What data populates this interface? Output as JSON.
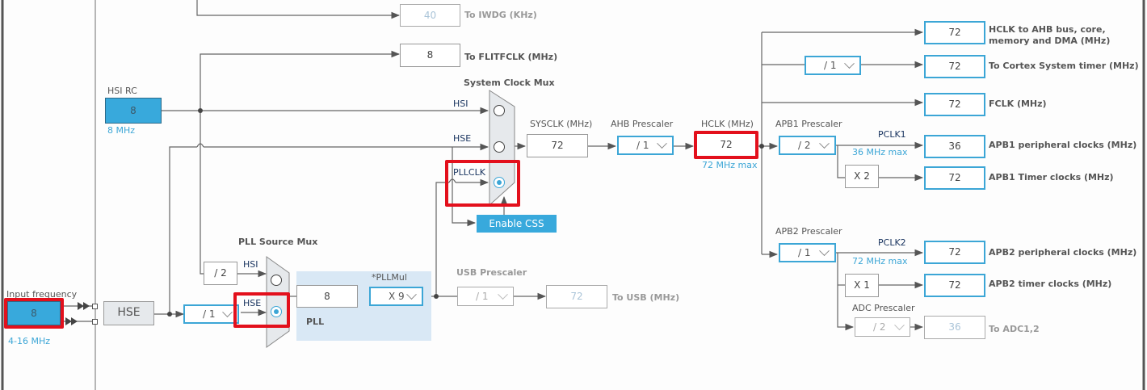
{
  "colors": {
    "accent": "#3ca6d6",
    "highlight": "#e3101c",
    "signal_label": "#1a3560",
    "pll_bg": "#d9e8f5"
  },
  "input": {
    "label": "Input frequency",
    "value": "8",
    "range": "4-16 MHz"
  },
  "hse": {
    "label": "HSE"
  },
  "hsi_rc": {
    "label": "HSI RC",
    "value": "8",
    "note": "8 MHz"
  },
  "iwdg": {
    "value": "40",
    "label": "To IWDG (KHz)"
  },
  "flitfclk": {
    "value": "8",
    "label": "To FLITFCLK (MHz)"
  },
  "hse_prediv": {
    "value": "/ 1"
  },
  "hsi_div2": {
    "value": "/ 2"
  },
  "pll_source_mux": {
    "title": "PLL Source Mux",
    "inputs": [
      "HSI",
      "HSE"
    ],
    "selected": "HSE"
  },
  "pll": {
    "label": "PLL",
    "input_value": "8",
    "mul_label": "*PLLMul",
    "mul_value": "X 9"
  },
  "usb": {
    "prescaler_label": "USB Prescaler",
    "prescaler_value": "/ 1",
    "value": "72",
    "label": "To USB (MHz)"
  },
  "system_clock_mux": {
    "title": "System Clock Mux",
    "inputs": [
      "HSI",
      "HSE",
      "PLLCLK"
    ],
    "selected": "PLLCLK"
  },
  "enable_css": {
    "label": "Enable CSS"
  },
  "sysclk": {
    "label": "SYSCLK (MHz)",
    "value": "72"
  },
  "ahb": {
    "label": "AHB Prescaler",
    "value": "/ 1"
  },
  "hclk": {
    "label": "HCLK (MHz)",
    "value": "72",
    "note": "72 MHz max"
  },
  "outputs": {
    "hclk_ahb": {
      "value": "72",
      "label_line1": "HCLK to AHB bus, core,",
      "label_line2": "memory and DMA (MHz)"
    },
    "cortex_div": {
      "value": "/ 1"
    },
    "cortex": {
      "value": "72",
      "label": "To Cortex System timer (MHz)"
    },
    "fclk": {
      "value": "72",
      "label": "FCLK (MHz)"
    }
  },
  "apb1": {
    "prescaler_label": "APB1 Prescaler",
    "prescaler_value": "/ 2",
    "signal": "PCLK1",
    "note": "36 MHz max",
    "periph_value": "36",
    "periph_label": "APB1 peripheral clocks (MHz)",
    "timer_mul": "X 2",
    "timer_value": "72",
    "timer_label": "APB1 Timer clocks (MHz)"
  },
  "apb2": {
    "prescaler_label": "APB2 Prescaler",
    "prescaler_value": "/ 1",
    "signal": "PCLK2",
    "note": "72 MHz max",
    "periph_value": "72",
    "periph_label": "APB2 peripheral clocks (MHz)",
    "timer_mul": "X 1",
    "timer_value": "72",
    "timer_label": "APB2 timer clocks (MHz)"
  },
  "adc": {
    "prescaler_label": "ADC Prescaler",
    "prescaler_value": "/ 2",
    "value": "36",
    "label": "To ADC1,2"
  }
}
